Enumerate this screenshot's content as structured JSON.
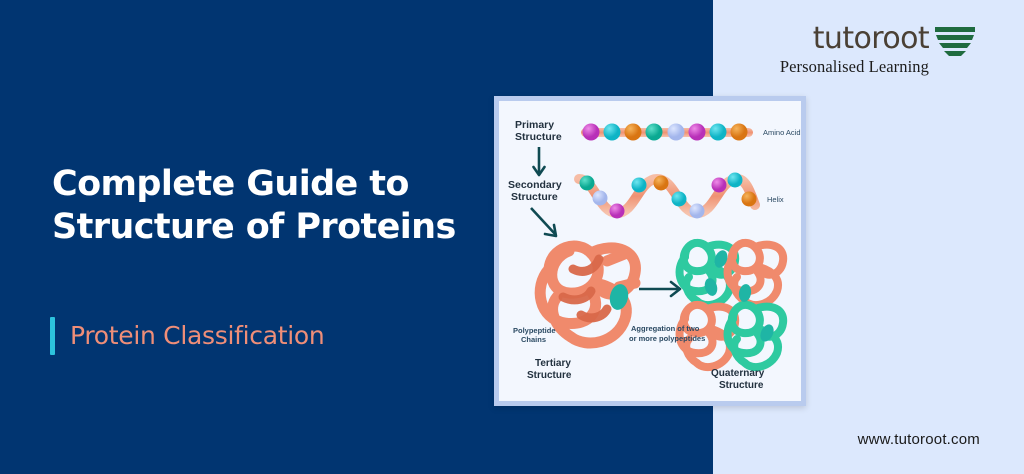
{
  "brand": {
    "logo_word": "tutoroot",
    "logo_tagline": "Personalised Learning",
    "logo_mark_name": "stacked-chevron-book-icon",
    "logo_mark_color": "#1f6b3f",
    "website": "www.tutoroot.com"
  },
  "hero": {
    "title": "Complete Guide to Structure of Proteins",
    "subtitle": "Protein Classification",
    "accent_bar_color": "#2dc3dd",
    "subtitle_color": "#ef8e78",
    "title_color": "#ffffff",
    "panel_color": "#013571",
    "page_background": "#dce8fd"
  },
  "diagram": {
    "card_background": "#f3f7fe",
    "card_border_color": "#b9cbee",
    "labels": {
      "primary": "Primary\nStructure",
      "primary_line1": "Primary",
      "primary_line2": "Structure",
      "secondary_line1": "Secondary",
      "secondary_line2": "Structure",
      "tertiary_line1": "Tertiary",
      "tertiary_line2": "Structure",
      "quaternary_line1": "Quaternary",
      "quaternary_line2": "Structure",
      "amino_acid": "Amino Acid",
      "helix": "Helix",
      "polypeptide_line1": "Polypeptide",
      "polypeptide_line2": "Chains",
      "aggregation_line1": "Aggregation of two",
      "aggregation_line2": "or more polypeptides"
    },
    "colors": {
      "chain": "#f09e82",
      "chain_dark": "#d9694a",
      "bead_magenta": "#cc44cc",
      "bead_cyan": "#15c4d4",
      "bead_orange": "#e8861f",
      "bead_teal": "#12b8a4",
      "bead_periwinkle": "#b6c6f2",
      "protein_salmon": "#f08a6c",
      "protein_green": "#2ecaa0",
      "arrow": "#0f4a52"
    },
    "bead_sequence_primary": [
      "magenta",
      "cyan",
      "orange",
      "teal",
      "periwinkle",
      "magenta",
      "cyan",
      "orange"
    ],
    "bead_sequence_secondary": [
      "teal",
      "periwinkle",
      "magenta",
      "cyan",
      "orange",
      "cyan",
      "periwinkle",
      "magenta",
      "cyan",
      "orange"
    ]
  }
}
